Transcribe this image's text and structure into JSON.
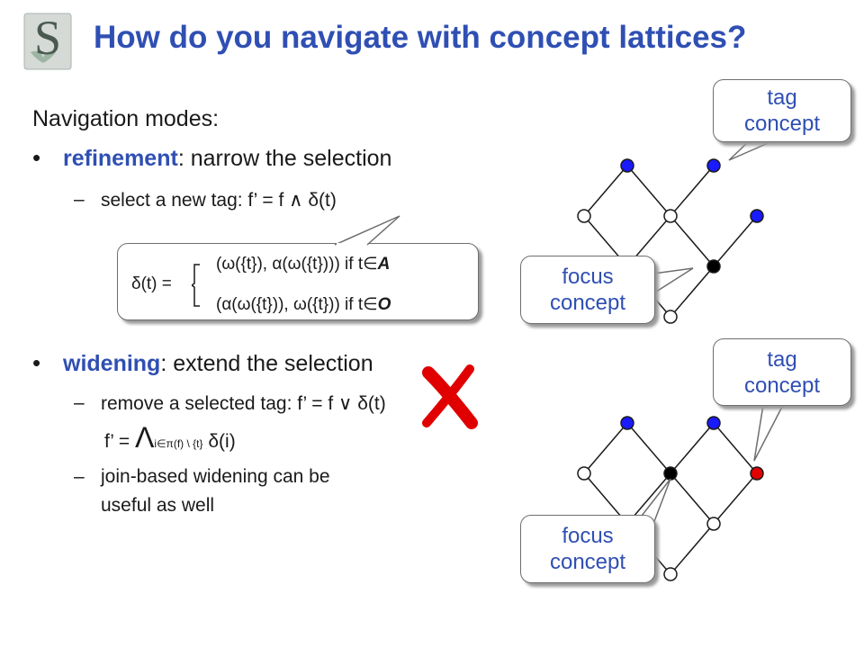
{
  "slide": {
    "title": "How do you navigate with concept lattices?"
  },
  "content": {
    "intro": "Navigation modes:",
    "refinement_keyword": "refinement",
    "refinement_rest": ": narrow the selection",
    "refinement_sub": "select a new tag: f’ = f ∧ δ(t)",
    "delta_lhs": "δ(t) =",
    "case1_expr": "(ω({t}), α(ω({t})))  if t",
    "case1_in": "∈",
    "case1_set": "A",
    "case2_expr": "(α(ω({t})), ω({t}))  if t",
    "case2_in": "∈",
    "case2_set": "O",
    "widening_keyword": "widening",
    "widening_rest": ": extend the selection",
    "widening_sub": "remove a selected tag: f’ = f ∨ δ(t)",
    "widening_formula_lhs": "f’ =",
    "widening_formula_op": "Λ",
    "widening_formula_sub": "i∈π(f) \\ {t}",
    "widening_formula_rhs": "δ(i)",
    "join_line1": "join-based widening can be",
    "join_line2": "useful as well"
  },
  "callouts": {
    "tag_concept_top": [
      "tag",
      "concept"
    ],
    "focus_concept_top": [
      "focus",
      "concept"
    ],
    "tag_concept_bottom": [
      "tag",
      "concept"
    ],
    "focus_concept_bottom": [
      "focus",
      "concept"
    ]
  },
  "colors": {
    "title": "#2f4fb3",
    "node_blue": "#1a1aff",
    "node_black": "#000000",
    "node_red": "#e00000",
    "node_white": "#ffffff",
    "cross": "#e00000"
  },
  "icons": {
    "logo": "university-shield-logo",
    "cross": "red-cross-icon"
  }
}
